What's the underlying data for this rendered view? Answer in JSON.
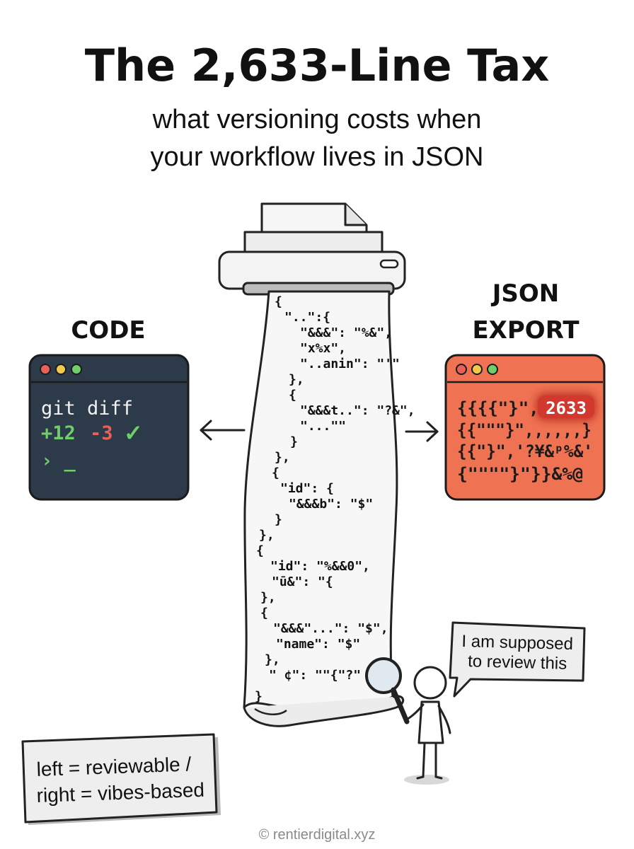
{
  "title": "The 2,633-Line Tax",
  "subtitle_lines": [
    "what versioning costs when",
    "your workflow lives in JSON"
  ],
  "left_panel": {
    "heading": "CODE",
    "terminal_lines": {
      "command": "git diff",
      "added": "+12",
      "removed": "-3",
      "check": "✓",
      "prompt": "› _"
    }
  },
  "right_panel": {
    "heading_lines": [
      "JSON",
      "EXPORT"
    ],
    "lines": [
      "{{{{\"}\",",
      "{{\"\"\"}\",,,,,,}",
      "{{\"}\",'?¥&ᵖ%&'",
      "{\"\"\"\"}\"}}&%@"
    ],
    "highlight": "2633"
  },
  "scroll_lines": [
    "{",
    "\"..\":{",
    "\"&&&\": \"%&\",",
    "\"x%x\",",
    "\"..anin\": \"'\"",
    "},",
    "{",
    "\"&&&t..\": \"?&\",",
    "\"...\"\"",
    "}",
    "},",
    "{",
    "\"id\": {",
    "\"&&&b\": \"$\"",
    "}",
    "},",
    "{",
    "\"id\": \"%&&0\",",
    "\"ū&\": \"{",
    "},",
    "{",
    "\"&&&\"...\": \"$\",",
    "\"name\": \"$\"",
    "},",
    "\" ¢\": \"\"{\"?\"",
    "}"
  ],
  "speech_bubble": [
    "I am supposed",
    "to review this"
  ],
  "note_lines": [
    "left = reviewable /",
    "right = vibes-based"
  ],
  "footer": "© rentierdigital.xyz",
  "colors": {
    "terminal_bg": "#2c3a4a",
    "json_bg": "#ef7352",
    "added": "#6fcf6b",
    "removed": "#e8605a",
    "highlight": "#e8423a"
  }
}
